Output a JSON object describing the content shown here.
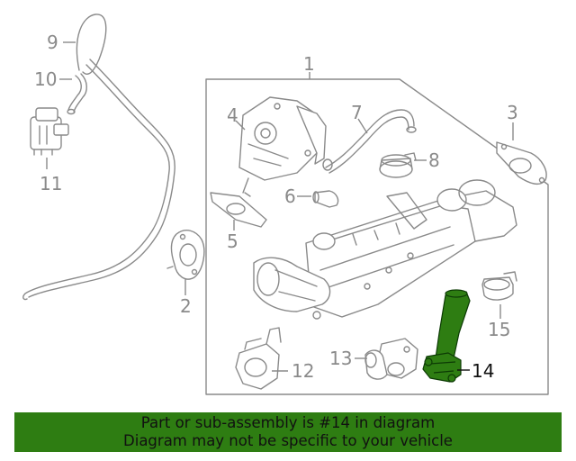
{
  "colors": {
    "highlight_fill": "#2e7d12",
    "highlight_stroke": "#0d3b05",
    "line_gray": "#8a8a8a",
    "footer_bg": "#2e7d12"
  },
  "callouts": {
    "c1": "1",
    "c2": "2",
    "c3": "3",
    "c4": "4",
    "c5": "5",
    "c6": "6",
    "c7": "7",
    "c8": "8",
    "c9": "9",
    "c10": "10",
    "c11": "11",
    "c12": "12",
    "c13": "13",
    "c14": "14",
    "c15": "15"
  },
  "highlighted_part": "14",
  "footer": {
    "line1": "Part or sub-assembly is #14 in diagram",
    "line2": "Diagram may not be specific to your vehicle"
  }
}
